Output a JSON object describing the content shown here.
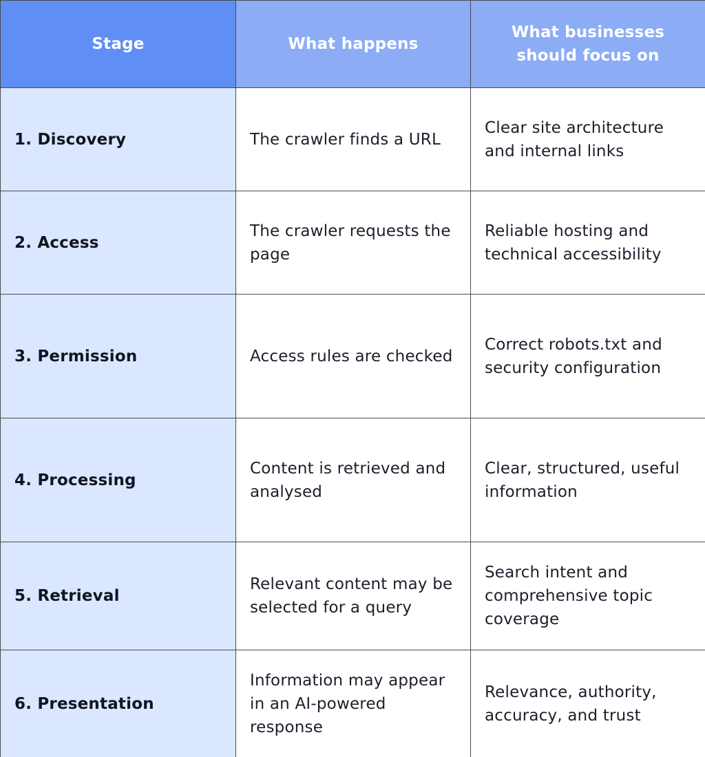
{
  "table": {
    "headers": [
      "Stage",
      "What happens",
      "What businesses should focus on"
    ],
    "rows": [
      {
        "stage": "1. Discovery",
        "what": "The crawler finds a URL",
        "focus": "Clear site architecture and internal links"
      },
      {
        "stage": "2. Access",
        "what": "The crawler requests the page",
        "focus": "Reliable hosting and technical accessibility"
      },
      {
        "stage": "3. Permission",
        "what": "Access rules are checked",
        "focus": "Correct robots.txt and security configuration"
      },
      {
        "stage": "4. Processing",
        "what": "Content is retrieved and analysed",
        "focus": "Clear, structured, useful information"
      },
      {
        "stage": "5. Retrieval",
        "what": "Relevant content may be selected for a query",
        "focus": "Search intent and comprehensive topic coverage"
      },
      {
        "stage": "6. Presentation",
        "what": "Information may appear in an AI-powered response",
        "focus": "Relevance, authority, accuracy, and trust"
      }
    ]
  }
}
